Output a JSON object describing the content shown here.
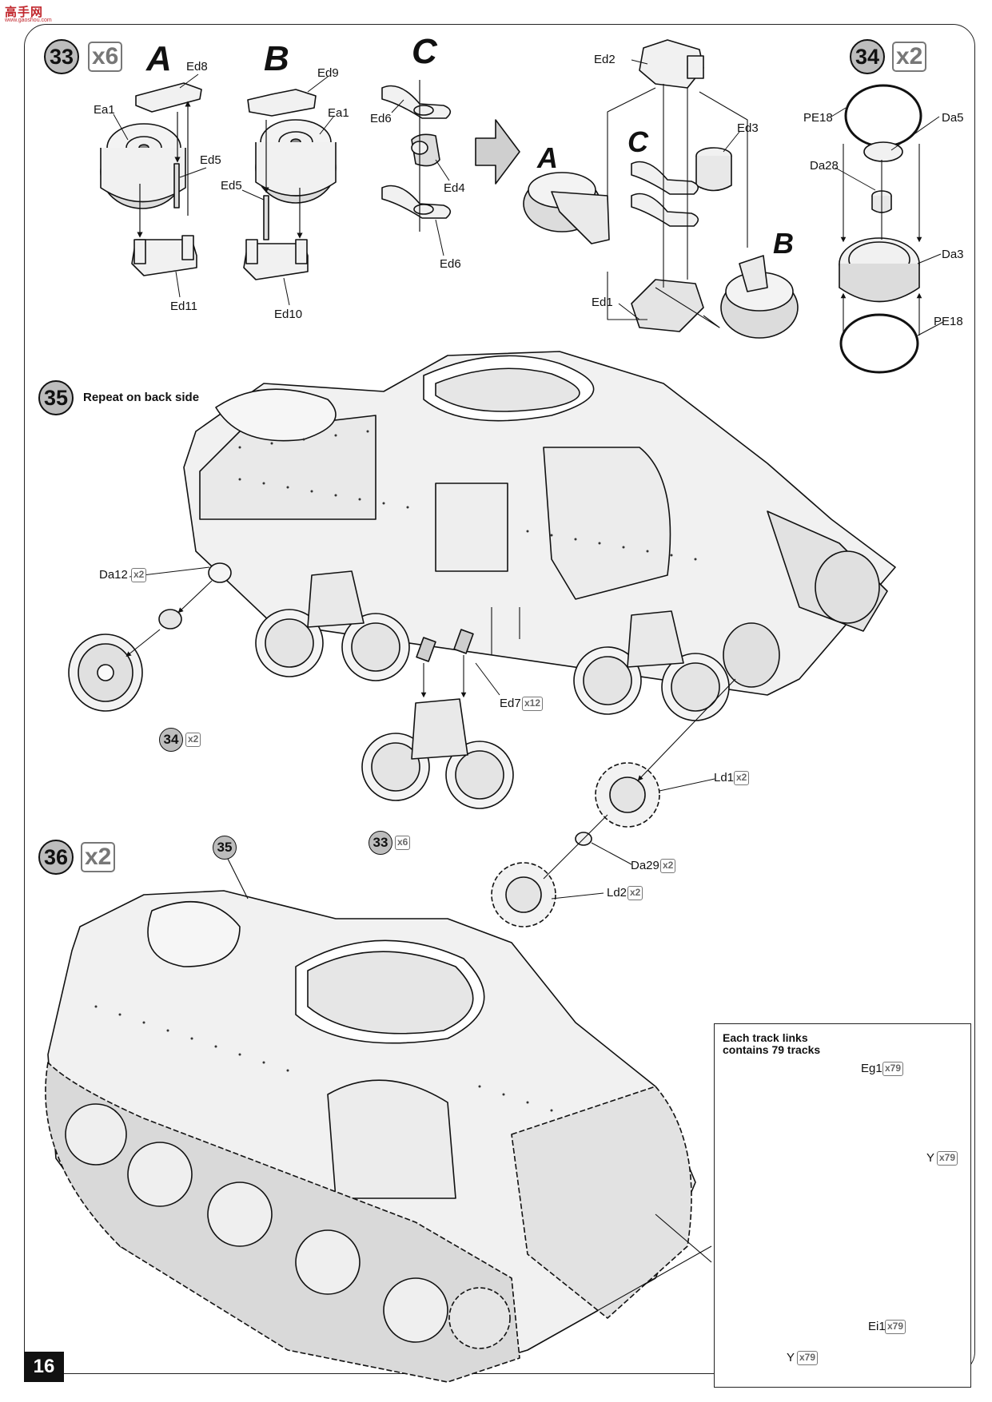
{
  "watermark": {
    "logo": "高手网",
    "sub": "www.gaoshou.com"
  },
  "page_number": "16",
  "step33": {
    "number": "33",
    "qty": "x6",
    "sub_a": "A",
    "sub_b": "B",
    "sub_c": "C",
    "parts": {
      "ed8": "Ed8",
      "ea1_a": "Ea1",
      "ed5_a": "Ed5",
      "ed11": "Ed11",
      "ed9": "Ed9",
      "ea1_b": "Ea1",
      "ed5_b": "Ed5",
      "ed10": "Ed10",
      "ed6_top": "Ed6",
      "ed4": "Ed4",
      "ed6_bottom": "Ed6",
      "ed2": "Ed2",
      "ed3": "Ed3",
      "ed1": "Ed1"
    },
    "assembled_a": "A",
    "assembled_b": "B",
    "assembled_c": "C"
  },
  "step34": {
    "number": "34",
    "qty": "x2",
    "parts": {
      "pe18_top": "PE18",
      "da5": "Da5",
      "da28": "Da28",
      "da3": "Da3",
      "pe18_bottom": "PE18"
    }
  },
  "step35": {
    "number": "35",
    "note": "Repeat on back side",
    "parts": {
      "da12": "Da12",
      "da12_qty": "x2",
      "ed7": "Ed7",
      "ed7_qty": "x12",
      "ld1": "Ld1",
      "ld1_qty": "x2",
      "da29": "Da29",
      "da29_qty": "x2",
      "ld2": "Ld2",
      "ld2_qty": "x2"
    },
    "ref34": "34",
    "ref34_qty": "x2",
    "ref33": "33",
    "ref33_qty": "x6"
  },
  "step36": {
    "number": "36",
    "qty": "x2",
    "ref35": "35",
    "inset": {
      "note": "Each track links contains 79 tracks",
      "eg1": "Eg1",
      "eg1_qty": "x79",
      "y_top": "Y",
      "y_top_qty": "x79",
      "ei1": "Ei1",
      "ei1_qty": "x79",
      "y_bottom": "Y",
      "y_bottom_qty": "x79"
    }
  }
}
